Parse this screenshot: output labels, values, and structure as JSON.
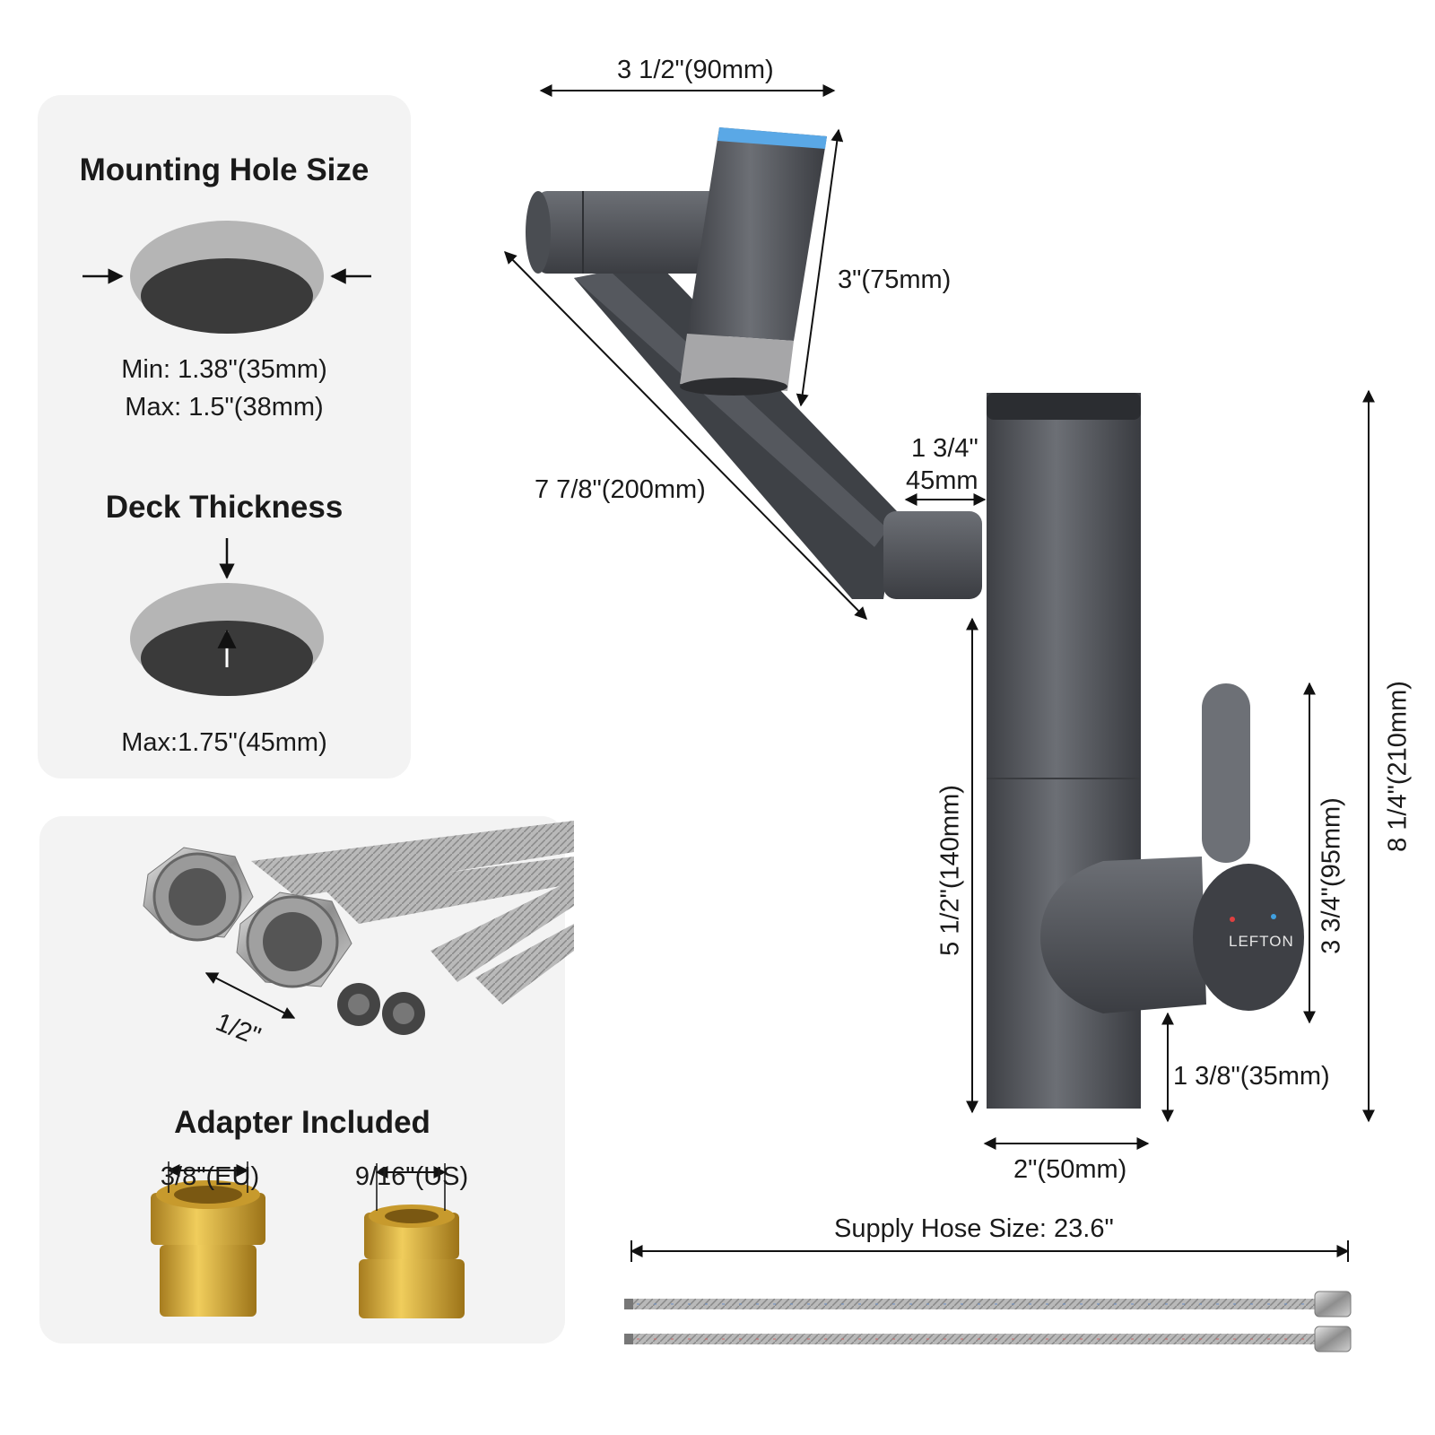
{
  "mounting": {
    "title": "Mounting Hole Size",
    "min": "Min: 1.38\"(35mm)",
    "max": "Max: 1.5\"(38mm)"
  },
  "deck": {
    "title": "Deck Thickness",
    "max": "Max:1.75\"(45mm)"
  },
  "hose_photo": {
    "fitting_size": "1/2\""
  },
  "adapter": {
    "title": "Adapter Included",
    "eu": "3/8\"(EU)",
    "us": "9/16\"(US)"
  },
  "dimensions": {
    "spout_top_width": "3 1/2\"(90mm)",
    "aerator_length": "3\"(75mm)",
    "spout_length": "7 7/8\"(200mm)",
    "joint_offset_a": "1 3/4\"",
    "joint_offset_b": "45mm",
    "spout_height": "5 1/2\"(140mm)",
    "handle_height": "3 3/4\"(95mm)",
    "total_height": "8 1/4\"(210mm)",
    "handle_base": "1 3/8\"(35mm)",
    "base_width": "2\"(50mm)"
  },
  "brand": "LEFTON",
  "supply_hose": {
    "label": "Supply Hose Size: 23.6\""
  },
  "colors": {
    "panel": "#f3f3f3",
    "faucet": "#5a5d63",
    "accent_blue": "#5aa8e6",
    "brass": "#d4a93a",
    "hole_light": "#b5b5b5",
    "hole_dark": "#3a3a3a"
  },
  "icons": [
    "arrow-right-icon",
    "arrow-left-icon",
    "arrow-down-icon",
    "arrow-up-icon",
    "dimension-arrow-icon"
  ]
}
